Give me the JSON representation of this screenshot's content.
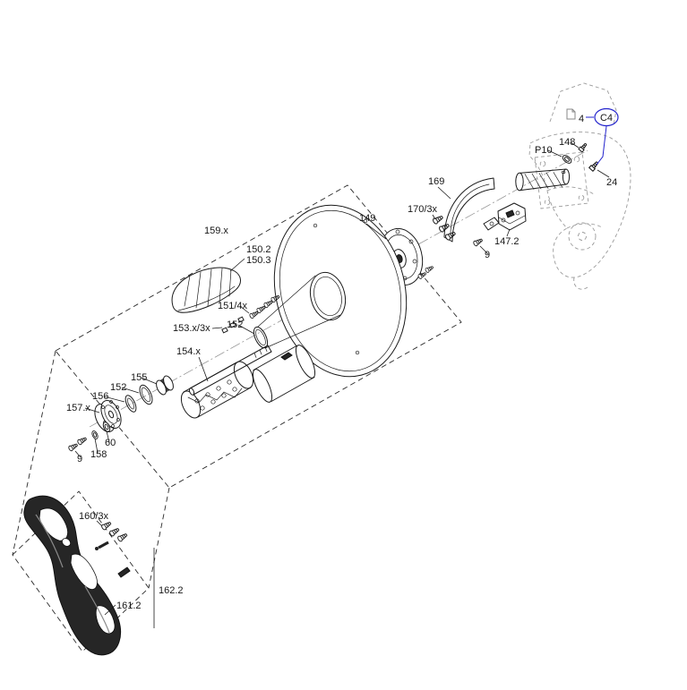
{
  "colors": {
    "accent": "#2222cc",
    "ink": "#1a1a1a",
    "ghost": "#9b9b9b"
  },
  "reference": {
    "page_note": "4",
    "connector": "C4"
  },
  "labels": {
    "assembly_group": "159.x",
    "tread_upper": "150.2",
    "tread_lower": "150.3",
    "flange": "149",
    "guard": "169",
    "guard_screws": "170/3x",
    "bracket": "147.2",
    "screw_guard": "9",
    "washer_p10": "P10",
    "screw_148": "148",
    "screw_24": "24",
    "screws_151": "151/4x",
    "pads_153": "153.x/3x",
    "oring_152": "152",
    "shaft_154": "154.x",
    "bearing_155": "155",
    "ring_152": "152",
    "washer_156": "156",
    "hub_157": "157.x",
    "washer_60": "60",
    "washer_158": "158",
    "screw_9": "9",
    "blade_screws": "160/3x",
    "blade": "161.2",
    "blade_group": "162.2"
  }
}
